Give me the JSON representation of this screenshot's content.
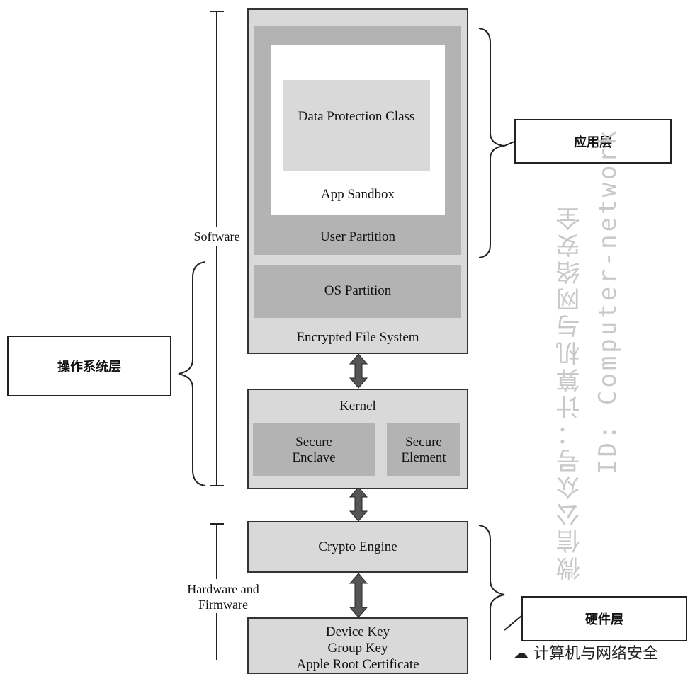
{
  "diagram": {
    "encrypted_file_system": "Encrypted File System",
    "user_partition": "User Partition",
    "app_sandbox": "App Sandbox",
    "data_protection_class": "Data Protection Class",
    "os_partition": "OS Partition",
    "kernel": "Kernel",
    "secure_enclave": [
      "Secure",
      "Enclave"
    ],
    "secure_element": [
      "Secure",
      "Element"
    ],
    "crypto_engine": "Crypto Engine",
    "device_keys": [
      "Device Key",
      "Group Key",
      "Apple Root Certificate"
    ]
  },
  "labels": {
    "software": "Software",
    "hardware_firmware": [
      "Hardware and",
      "Firmware"
    ],
    "app_layer": "应用层",
    "os_layer": "操作系统层",
    "hw_layer": "硬件层"
  },
  "watermark": {
    "line1": "微信公众号：计算机与网络安全",
    "line2": "ID: Computer-network",
    "footer": "计算机与网络安全"
  },
  "colors": {
    "outer": "#d9d9d9",
    "mid": "#b3b3b3",
    "border": "#333333",
    "arrow": "#555555"
  }
}
